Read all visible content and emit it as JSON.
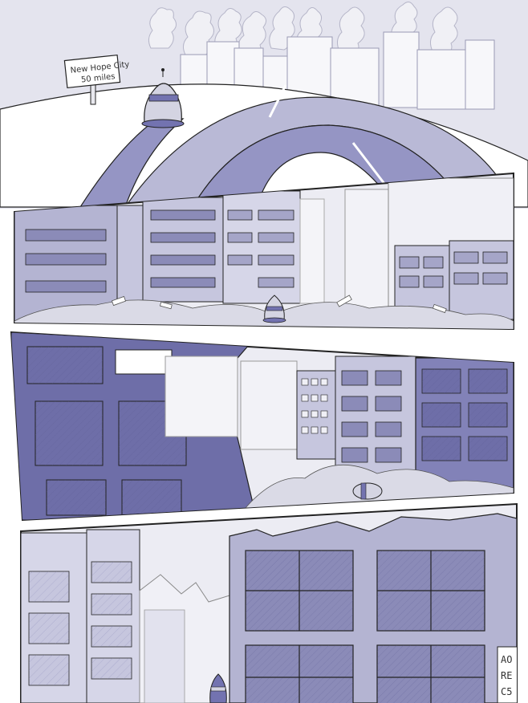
{
  "page": {
    "kind": "comic page",
    "panels": 4
  },
  "sign": {
    "line1": "New Hope City",
    "line2": "50 miles"
  },
  "plaque": {
    "line1": "AO",
    "line2": "RE",
    "line3": "C5"
  },
  "colors": {
    "sky": "#e4e4ee",
    "hill": "#ffffff",
    "road_dark": "#9595c4",
    "road_light": "#b9b9d6",
    "building_light": "#ececf3",
    "building_mid": "#c6c6de",
    "building_dark": "#6e6ea8",
    "window_fill": "#8b8bb8",
    "outline": "#222222",
    "rubble": "#dadae6",
    "robot_body": "#d4d4e2",
    "robot_stripe": "#7373b0"
  }
}
